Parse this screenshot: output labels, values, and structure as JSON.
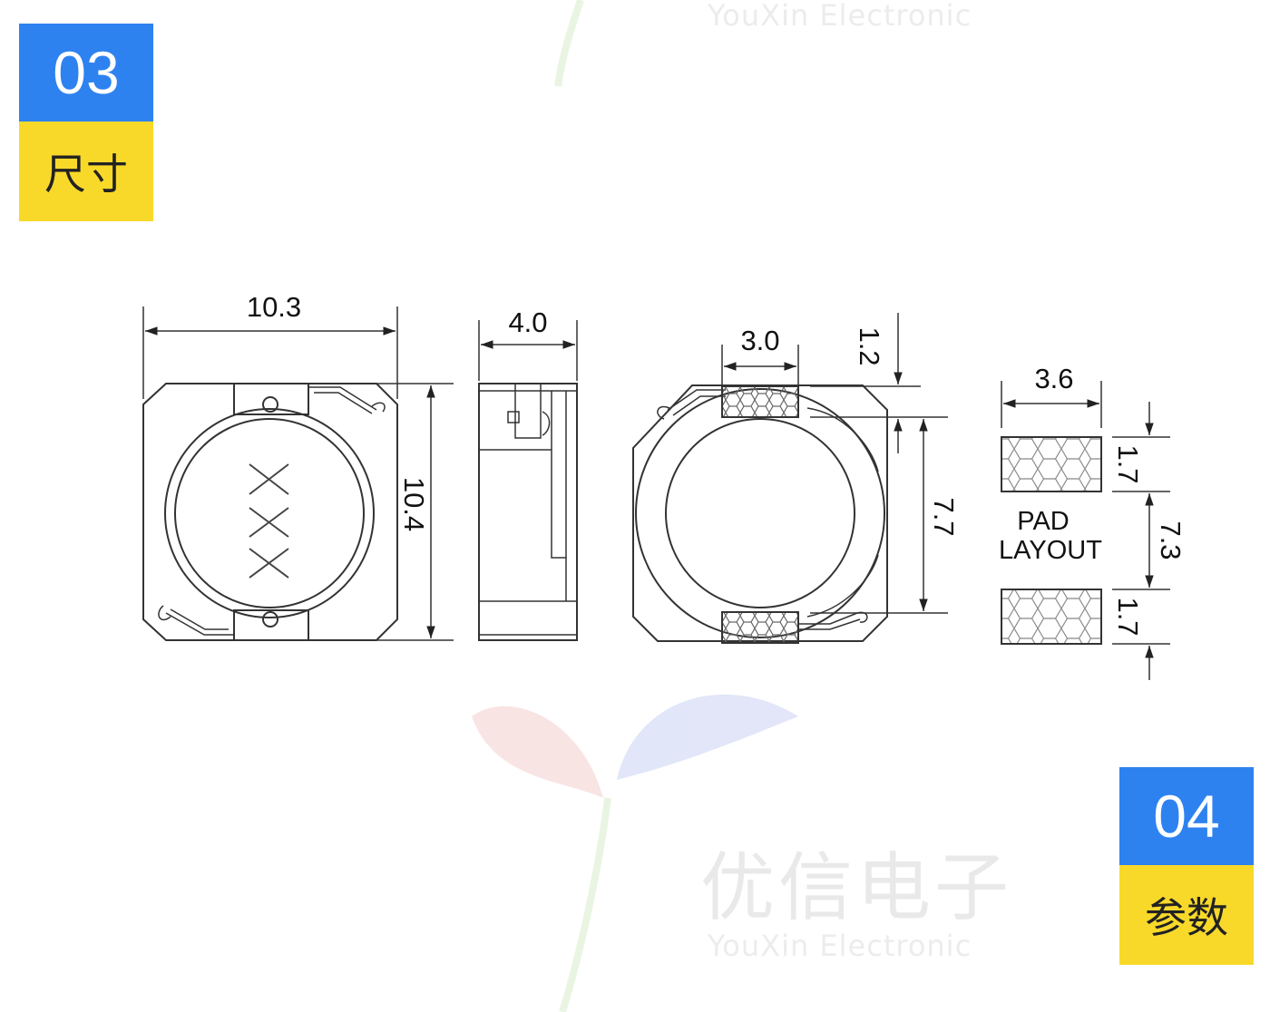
{
  "badges": {
    "size_section": {
      "number": "03",
      "label": "尺寸"
    },
    "param_section": {
      "number": "04",
      "label": "参数"
    }
  },
  "colors": {
    "badge_blue": "#2d82f0",
    "badge_yellow": "#f8d92a",
    "line": "#333333"
  },
  "watermark": {
    "cn": "优信电子",
    "en": "YouXin Electronic"
  },
  "drawing": {
    "marking": "XXX",
    "dimensions": {
      "top_width": "10.3",
      "top_height": "10.4",
      "side_thickness": "4.0",
      "bottom_terminal_width": "3.0",
      "bottom_terminal_length": "1.2",
      "bottom_terminal_gap": "7.7",
      "pad_width": "3.6",
      "pad_length_top": "1.7",
      "pad_total": "7.3",
      "pad_length_bottom": "1.7"
    },
    "pad_layout_label": [
      "PAD",
      "LAYOUT"
    ]
  }
}
